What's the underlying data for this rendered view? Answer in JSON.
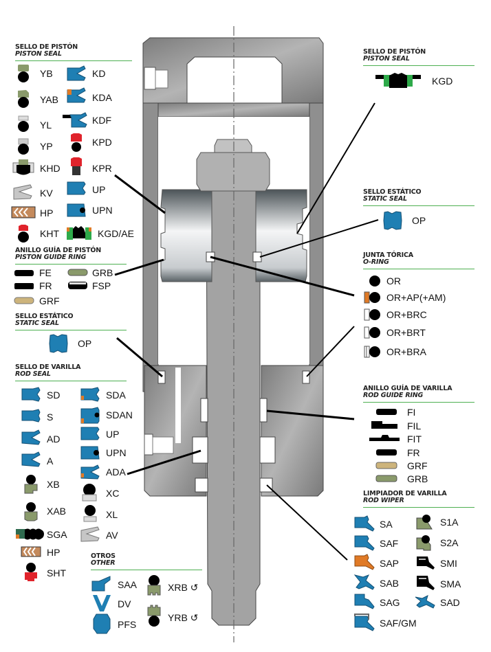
{
  "colors": {
    "seal_blue": "#1f7fb3",
    "olive": "#8a9a6b",
    "tan": "#cdb47c",
    "orange": "#e07a26",
    "red": "#e0232b",
    "green": "#2eaa4a",
    "rule_green": "#4caf50",
    "steel": "#8e8e8e"
  },
  "sections": {
    "piston_seal_left": {
      "es": "SELLO DE PISTÓN",
      "en": "PISTON SEAL",
      "items": [
        {
          "label": "YB",
          "icon": "ball-olive-cap-icon"
        },
        {
          "label": "KD",
          "icon": "blue-lip-seal-icon"
        },
        {
          "label": "YAB",
          "icon": "ball-olive-step-icon"
        },
        {
          "label": "KDA",
          "icon": "blue-lip-seal-orange-icon"
        },
        {
          "label": "YL",
          "icon": "ball-white-cap-icon"
        },
        {
          "label": "KDF",
          "icon": "blue-lip-seal-flange-icon"
        },
        {
          "label": "YP",
          "icon": "ball-grey-cap-icon"
        },
        {
          "label": "KPD",
          "icon": "red-cap-ball-icon"
        },
        {
          "label": "KHD",
          "icon": "compact-seal-icon"
        },
        {
          "label": "KPR",
          "icon": "red-cap-block-icon"
        },
        {
          "label": "KV",
          "icon": "grey-v-seal-icon"
        },
        {
          "label": "UP",
          "icon": "blue-u-seal-icon"
        },
        {
          "label": "HP",
          "icon": "chevron-packing-icon"
        },
        {
          "label": "UPN",
          "icon": "blue-u-seal-oring-icon"
        },
        {
          "label": "KHT",
          "icon": "red-cap-oring-icon"
        },
        {
          "label": "KGD/AE",
          "icon": "green-compact-seal-icon"
        }
      ]
    },
    "piston_guide_ring": {
      "es": "ANILLO GUÍA DE PISTÓN",
      "en": "PISTON GUIDE RING",
      "items": [
        {
          "label": "FE"
        },
        {
          "label": "GRB"
        },
        {
          "label": "FR"
        },
        {
          "label": "FSP"
        },
        {
          "label": "GRF"
        }
      ]
    },
    "static_seal_left": {
      "es": "SELLO ESTÁTICO",
      "en": "STATIC SEAL",
      "items": [
        {
          "label": "OP"
        }
      ]
    },
    "rod_seal": {
      "es": "SELLO DE VARILLA",
      "en": "ROD SEAL",
      "items": [
        {
          "label": "SD"
        },
        {
          "label": "SDA"
        },
        {
          "label": "S"
        },
        {
          "label": "SDAN"
        },
        {
          "label": "AD"
        },
        {
          "label": "UP"
        },
        {
          "label": "A"
        },
        {
          "label": "UPN"
        },
        {
          "label": "XB"
        },
        {
          "label": "ADA"
        },
        {
          "label": "XAB"
        },
        {
          "label": "XC"
        },
        {
          "label": "SGA"
        },
        {
          "label": "XL"
        },
        {
          "label": "HP"
        },
        {
          "label": "AV"
        },
        {
          "label": "SHT"
        }
      ]
    },
    "other": {
      "es": "OTROS",
      "en": "OTHER",
      "items": [
        {
          "label": "SAA"
        },
        {
          "label": "XRB ↺"
        },
        {
          "label": "DV"
        },
        {
          "label": "YRB ↺"
        },
        {
          "label": "PFS"
        }
      ]
    },
    "piston_seal_right": {
      "es": "SELLO DE PISTÓN",
      "en": "PISTON SEAL",
      "items": [
        {
          "label": "KGD"
        }
      ]
    },
    "static_seal_right": {
      "es": "SELLO ESTÁTICO",
      "en": "STATIC SEAL",
      "items": [
        {
          "label": "OP"
        }
      ]
    },
    "o_ring": {
      "es": "JUNTA TÓRICA",
      "en": "O-RING",
      "items": [
        {
          "label": "OR"
        },
        {
          "label": "OR+AP(+AM)"
        },
        {
          "label": "OR+BRC"
        },
        {
          "label": "OR+BRT"
        },
        {
          "label": "OR+BRA"
        }
      ]
    },
    "rod_guide_ring": {
      "es": "ANILLO GUÍA DE VARILLA",
      "en": "ROD GUIDE RING",
      "items": [
        {
          "label": "FI"
        },
        {
          "label": "FIL"
        },
        {
          "label": "FIT"
        },
        {
          "label": "FR"
        },
        {
          "label": "GRF"
        },
        {
          "label": "GRB"
        }
      ]
    },
    "rod_wiper": {
      "es": "LIMPIADOR DE VARILLA",
      "en": "ROD WIPER",
      "items": [
        {
          "label": "SA"
        },
        {
          "label": "S1A"
        },
        {
          "label": "SAF"
        },
        {
          "label": "S2A"
        },
        {
          "label": "SAP"
        },
        {
          "label": "SMI"
        },
        {
          "label": "SAB"
        },
        {
          "label": "SMA"
        },
        {
          "label": "SAG"
        },
        {
          "label": "SAD"
        },
        {
          "label": "SAF/GM"
        }
      ]
    }
  }
}
